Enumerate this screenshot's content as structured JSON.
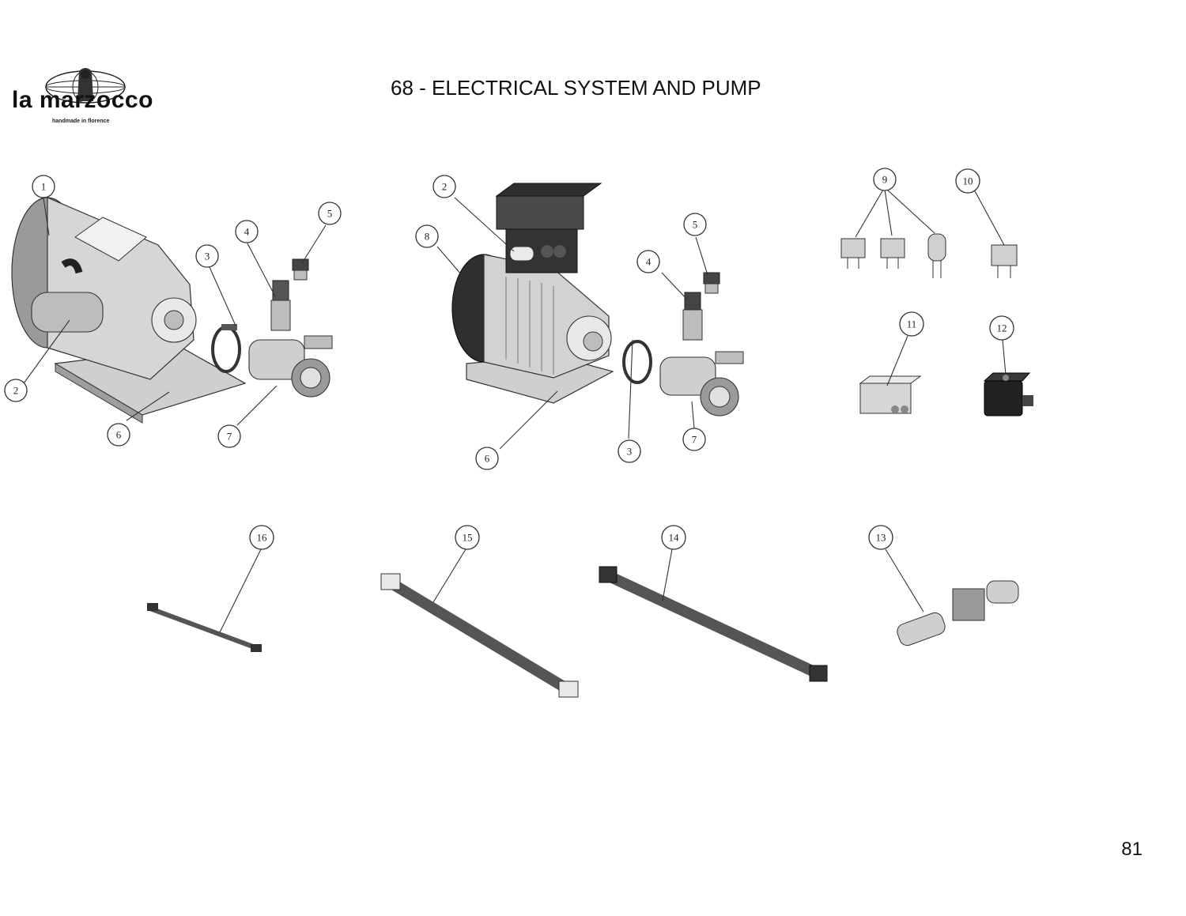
{
  "header": {
    "brand_name": "la marzocco",
    "brand_tagline": "handmade in florence",
    "title": "68 - ELECTRICAL SYSTEM AND PUMP"
  },
  "footer": {
    "page_number": "81"
  },
  "callouts": {
    "c1": "1",
    "c2a": "2",
    "c2b": "2",
    "c3a": "3",
    "c3b": "3",
    "c4a": "4",
    "c4b": "4",
    "c5a": "5",
    "c5b": "5",
    "c6a": "6",
    "c6b": "6",
    "c7a": "7",
    "c7b": "7",
    "c8": "8",
    "c9": "9",
    "c10": "10",
    "c11": "11",
    "c12": "12",
    "c13": "13",
    "c14": "14",
    "c15": "15",
    "c16": "16"
  },
  "colors": {
    "part_light": "#d9d9d9",
    "part_mid": "#a8a8a8",
    "part_dark": "#3a3a3a",
    "outline": "#333333"
  }
}
